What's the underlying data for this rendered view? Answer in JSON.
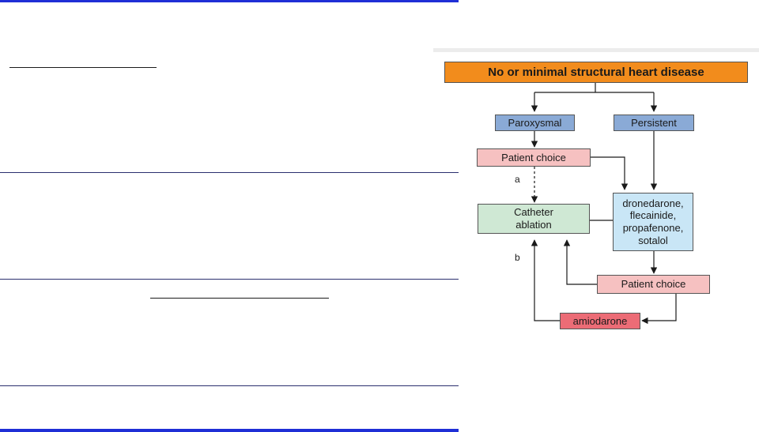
{
  "flowchart": {
    "top": "No or minimal structural heart disease",
    "paroxysmal": "Paroxysmal",
    "persistent": "Persistent",
    "patient_choice_1": "Patient choice",
    "catheter_line1": "Catheter",
    "catheter_line2": "ablation",
    "drugs_line1": "dronedarone,",
    "drugs_line2": "flecainide,",
    "drugs_line3": "propafenone,",
    "drugs_line4": "sotalol",
    "patient_choice_2": "Patient choice",
    "amiodarone": "amiodarone",
    "label_a": "a",
    "label_b": "b"
  },
  "colors": {
    "rule_blue": "#1f2fd6",
    "orange": "#f28c1c",
    "blue_box": "#8aaad6",
    "pink": "#f6c1c1",
    "green": "#cfe8d4",
    "light_blue": "#c9e6f6",
    "red": "#ec6c76"
  }
}
